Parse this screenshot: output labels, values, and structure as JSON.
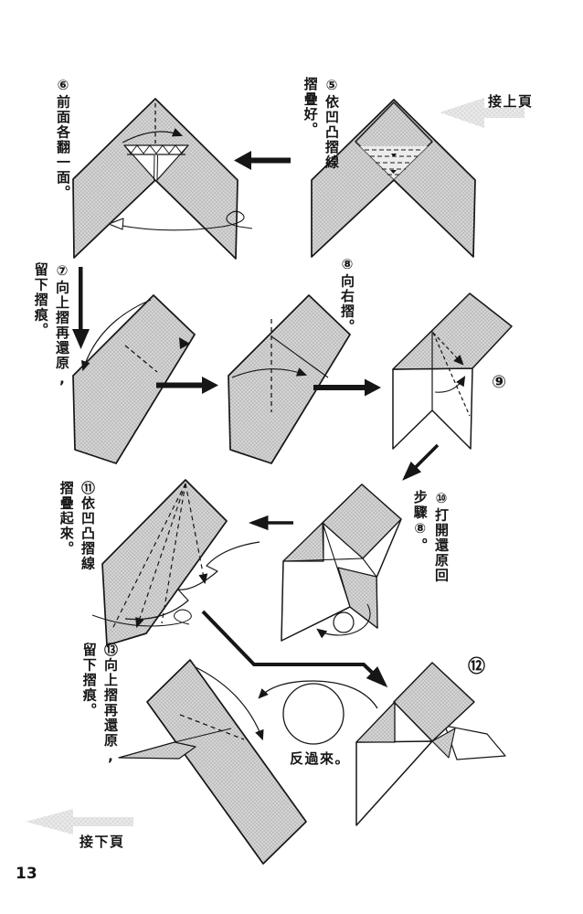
{
  "page": {
    "number": "13"
  },
  "nav": {
    "prev_label": "接上頁",
    "next_label": "接下頁"
  },
  "flip_note": "反過來。",
  "steps": {
    "s5": "⑤依凹凸摺線\n摺疊好。",
    "s6": "⑥前面各翻一面。",
    "s7": "⑦向上摺再還原,\n留下摺痕。",
    "s8": "⑧向右摺。",
    "s9": "⑨",
    "s10": "⑩打開還原回\n步驟⑧。",
    "s11": "⑪依凹凸摺線\n摺疊起來。",
    "s12": "⑫",
    "s13": "⑬向上摺再還原,\n留下摺痕。"
  },
  "colors": {
    "ink": "#161616",
    "paper": "#cdcdcd",
    "nav_arrow": "#e2e2e2"
  }
}
